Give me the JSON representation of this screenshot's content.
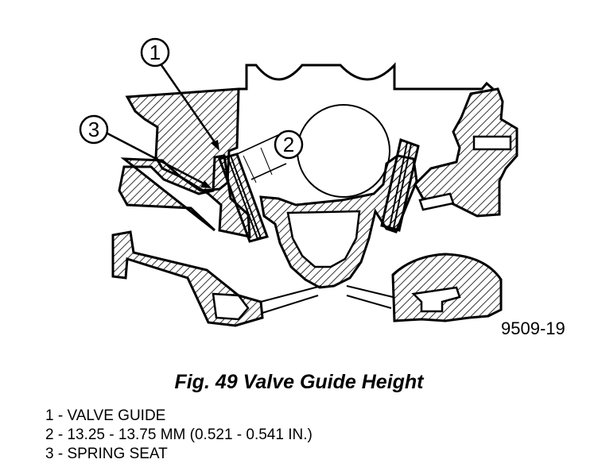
{
  "callouts": [
    "1",
    "2",
    "3"
  ],
  "figure_code": "9509-19",
  "caption": "Fig. 49 Valve Guide Height",
  "legend": [
    "1 - VALVE GUIDE",
    "2 - 13.25 - 13.75 MM (0.521 - 0.541 IN.)",
    "3 - SPRING SEAT"
  ]
}
